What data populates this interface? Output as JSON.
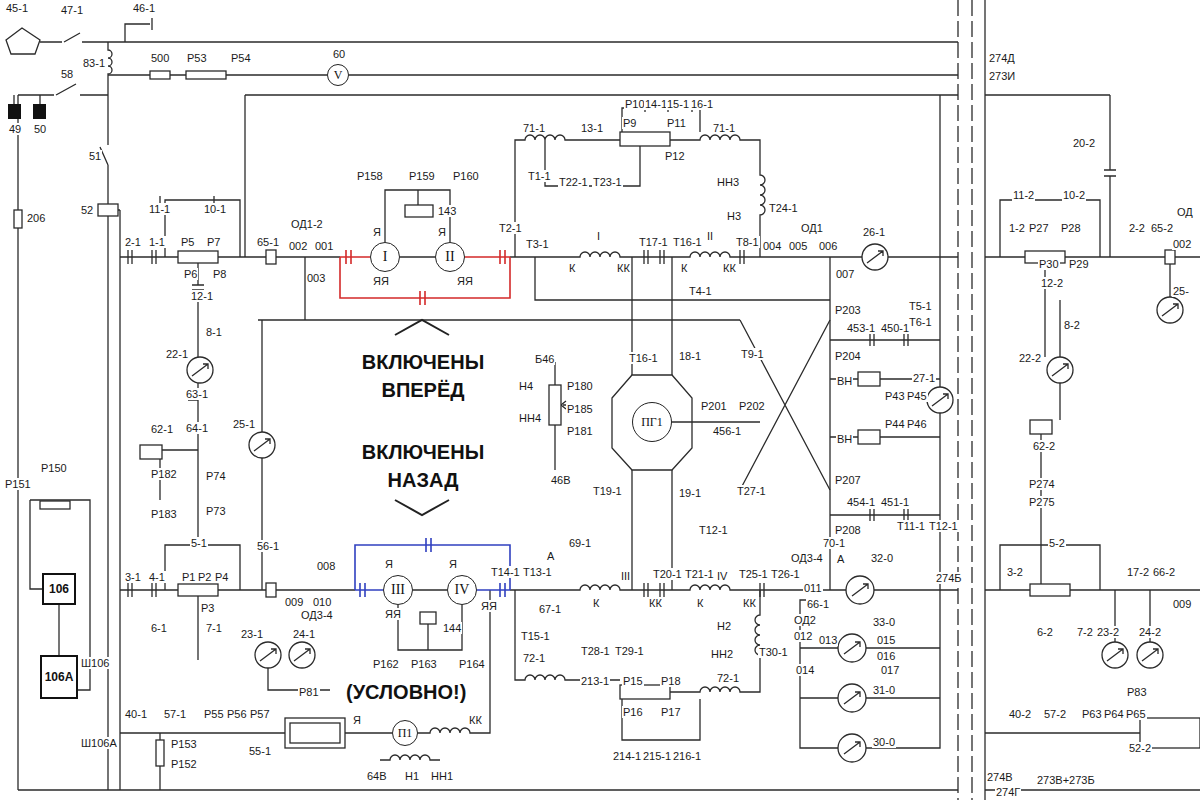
{
  "diagram": {
    "nodes": [
      {
        "text": [
          "V"
        ]
      },
      {
        "text": [
          "I"
        ]
      },
      {
        "text": [
          "II"
        ]
      },
      {
        "text": [
          "ПГ1"
        ]
      },
      {
        "text": [
          "106"
        ]
      },
      {
        "text": [
          "III"
        ]
      },
      {
        "text": [
          "IV"
        ]
      },
      {
        "text": [
          "106А"
        ]
      },
      {
        "text": [
          "П1"
        ]
      }
    ],
    "edges": [
      {
        "from": 1,
        "to": 2,
        "arrow": "none"
      },
      {
        "from": 5,
        "to": 6,
        "arrow": "none"
      },
      {
        "from": 4,
        "to": 7,
        "arrow": "none"
      }
    ],
    "labels": [
      "45-1",
      "47-1",
      "46-1",
      "58",
      "49",
      "50",
      "83-1",
      "500",
      "Р53",
      "Р54",
      "60",
      "51",
      "206",
      "52",
      "2-1",
      "1-1",
      "11-1",
      "Р5",
      "Р7",
      "10-1",
      "Р6",
      "Р8",
      "12-1",
      "8-1",
      "22-1",
      "63-1",
      "64-1",
      "62-1",
      "Р182",
      "Р183",
      "Р74",
      "Р73",
      "5-1",
      "3-1",
      "4-1",
      "Р1",
      "Р2",
      "Р4",
      "Р3",
      "6-1",
      "7-1",
      "Р151",
      "Р150",
      "Ш106",
      "Ш106А",
      "40-1",
      "57-1",
      "Р55",
      "Р56",
      "Р57",
      "Р153",
      "Р152",
      "55-1",
      "Я",
      "КК",
      "64В",
      "Н1",
      "НН1",
      "65-1",
      "ОД1-2",
      "002",
      "001",
      "003",
      "Р158",
      "Р159",
      "Р160",
      "143",
      "Я",
      "Я",
      "ЯЯ",
      "ЯЯ",
      "Т2-1",
      "Т3-1",
      "71-1",
      "13-1",
      "Т1-1",
      "Т22-1",
      "Т23-1",
      "Р9",
      "Р10",
      "14-1",
      "15-1",
      "16-1",
      "Р11",
      "Р12",
      "71-1",
      "НН3",
      "Н3",
      "Т24-1",
      "I",
      "II",
      "К",
      "КК",
      "Т17-1",
      "Т16-1",
      "К",
      "КК",
      "Т8-1",
      "004",
      "ОД1",
      "005",
      "006",
      "26-1",
      "007",
      "Т4-1",
      "Р203",
      "453-1",
      "450-1",
      "Р204",
      "Т5-1",
      "Т6-1",
      "ВН",
      "Р43",
      "Р45",
      "Р44",
      "Р46",
      "ВН",
      "27-1",
      "Р207",
      "454-1",
      "451-1",
      "Р208",
      "Т11-1",
      "Т12-1",
      "25-1",
      "Б46",
      "Н4",
      "Р180",
      "Р185",
      "Р181",
      "НН4",
      "46В",
      "Т16-1",
      "18-1",
      "Р201",
      "Р202",
      "456-1",
      "Т9-1",
      "Т19-1",
      "19-1",
      "Т27-1",
      "Т12-1",
      "56-1",
      "008",
      "009",
      "010",
      "ОД3-4",
      "Я",
      "Я",
      "ЯЯ",
      "ЯЯ",
      "144",
      "Р162",
      "Р163",
      "Р164",
      "23-1",
      "24-1",
      "Р81",
      "Т14-1",
      "Т13-1",
      "Т15-1",
      "А",
      "69-1",
      "67-1",
      "III",
      "IV",
      "К",
      "КК",
      "Т20-1",
      "Т21-1",
      "К",
      "КК",
      "Т25-1",
      "Т26-1",
      "ОД3-4",
      "011",
      "70-1",
      "А",
      "32-0",
      "66-1",
      "ОД2",
      "012",
      "Т30-1",
      "Н2",
      "НН2",
      "013",
      "33-0",
      "015",
      "016",
      "017",
      "014",
      "31-0",
      "30-0",
      "72-1",
      "Т28-1",
      "Т29-1",
      "213-1",
      "Р15",
      "Р18",
      "Р16",
      "Р17",
      "214-1",
      "215-1",
      "216-1",
      "72-1",
      "274Д",
      "273И",
      "20-2",
      "11-2",
      "10-2",
      "1-2",
      "Р27",
      "Р28",
      "Р30",
      "Р29",
      "12-2",
      "8-2",
      "22-2",
      "2-2",
      "65-2",
      "ОД",
      "002",
      "25-",
      "62-2",
      "Р274",
      "Р275",
      "5-2",
      "274Б",
      "3-2",
      "6-2",
      "7-2",
      "17-2",
      "66-2",
      "009",
      "23-2",
      "24-2",
      "Р83",
      "40-2",
      "57-2",
      "Р63",
      "Р64",
      "Р65",
      "52-2",
      "274В",
      "273В+273Б",
      "274Г",
      "ВКЛЮЧЕНЫ ВПЕРЁД",
      "ВКЛЮЧЕНЫ НАЗАД",
      "(УСЛОВНО!)"
    ]
  }
}
